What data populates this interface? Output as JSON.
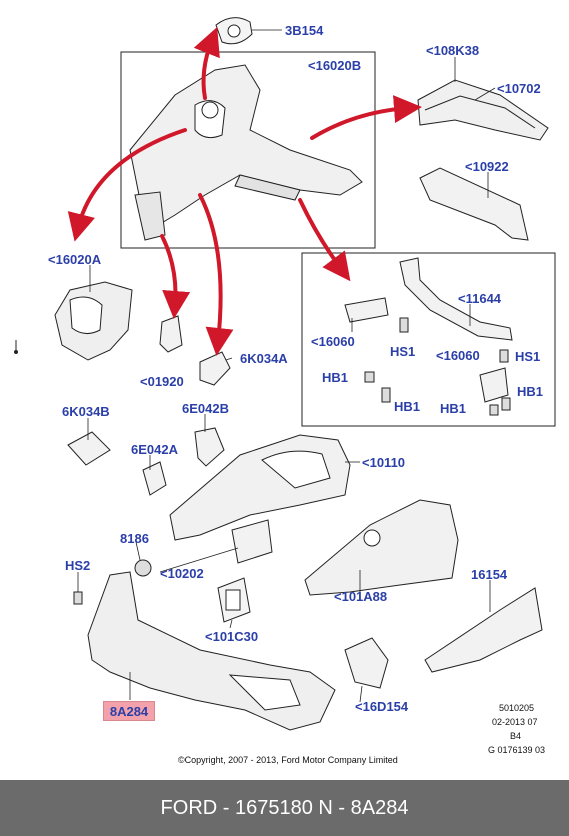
{
  "labels": {
    "l_3b154": "3B154",
    "l_16020b": "<16020B",
    "l_108k38": "<108K38",
    "l_10702": "<10702",
    "l_10922": "<10922",
    "l_16020a": "<16020A",
    "l_11644": "<11644",
    "l_16060_a": "<16060",
    "l_hs1_a": "HS1",
    "l_16060_b": "<16060",
    "l_hs1_b": "HS1",
    "l_hb1_a": "HB1",
    "l_hb1_b": "HB1",
    "l_hb1_c": "HB1",
    "l_hb1_d": "HB1",
    "l_01920": "<01920",
    "l_6k034a": "6K034A",
    "l_6k034b": "6K034B",
    "l_6e042b": "6E042B",
    "l_6e042a": "6E042A",
    "l_10110": "<10110",
    "l_8186": "8186",
    "l_hs2": "HS2",
    "l_10202": "<10202",
    "l_101a88": "<101A88",
    "l_16154": "16154",
    "l_101c30": "<101C30",
    "l_16d154": "<16D154",
    "l_8a284": "8A284"
  },
  "meta": {
    "line1": "5010205",
    "line2": "02-2013 07",
    "line3": "B4",
    "line4": "G 0176139 03"
  },
  "copyright": "©Copyright, 2007 - 2013, Ford Motor Company Limited",
  "footer": "FORD - 1675180     N - 8A284",
  "colors": {
    "label": "#2b3fa8",
    "arrow": "#d0182a",
    "highlight": "#f3a2ab",
    "footer_bg": "#6b6b6b"
  }
}
